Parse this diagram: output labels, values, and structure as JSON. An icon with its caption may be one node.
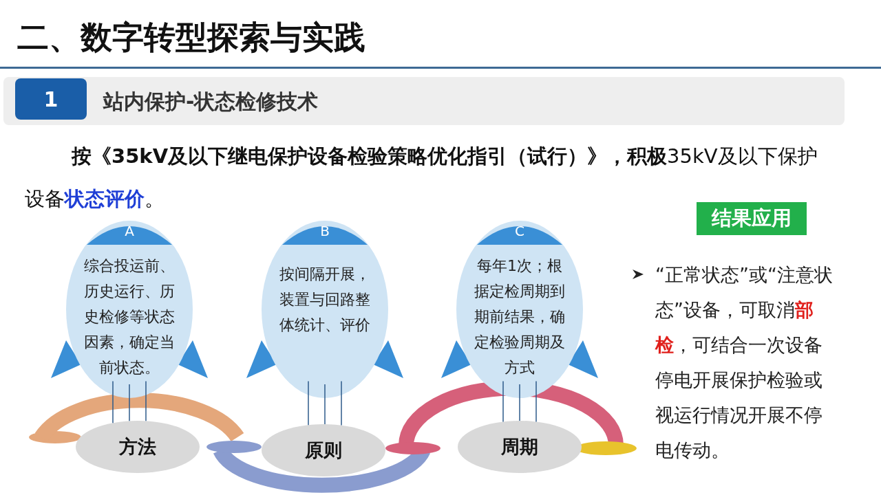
{
  "diagram": {
    "title": "二、数字转型探索与实践",
    "nodes": [
      {
        "text": [
          "站内保护-状态检修技术"
        ]
      },
      {
        "text": [
          "1"
        ],
        "in": 0
      },
      {
        "text": [
          "A",
          "综合投运前、历史运行、历史检修等状态因素，确定当前状态。"
        ]
      },
      {
        "text": [
          "B",
          "按间隔开展，装置与回路整体统计、评价"
        ]
      },
      {
        "text": [
          "C",
          "每年1次；根据定检周期到期前结果，确定检验周期及方式"
        ]
      },
      {
        "text": [
          "方法"
        ]
      },
      {
        "text": [
          "原则"
        ]
      },
      {
        "text": [
          "周期"
        ]
      },
      {
        "text": [
          "结果应用"
        ]
      }
    ],
    "edges": [
      {
        "from": 2,
        "to": 5,
        "arrow": "none"
      },
      {
        "from": 2,
        "to": 5,
        "arrow": "none"
      },
      {
        "from": 2,
        "to": 5,
        "arrow": "none"
      },
      {
        "from": 3,
        "to": 6,
        "arrow": "none"
      },
      {
        "from": 3,
        "to": 6,
        "arrow": "none"
      },
      {
        "from": 3,
        "to": 6,
        "arrow": "none"
      },
      {
        "from": 4,
        "to": 7,
        "arrow": "none"
      },
      {
        "from": 4,
        "to": 7,
        "arrow": "none"
      },
      {
        "from": 4,
        "to": 7,
        "arrow": "none"
      }
    ],
    "labels": [
      "**按《35kV及以下继电保护设备检验策略优化指引（试行）》，积极**35kV及以下保护设备**状态评价**。",
      "“正常状态”或“注意状态”设备，可取消**部检**，可结合一次设备停电开展保护检验或视运行情况开展不停电传动。"
    ]
  }
}
